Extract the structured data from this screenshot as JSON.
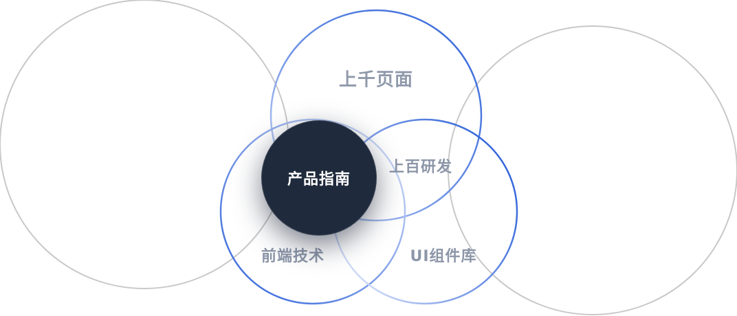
{
  "diagram": {
    "hub": {
      "label": "产品指南"
    },
    "rings": [
      {
        "id": "left-gray",
        "style": "gray"
      },
      {
        "id": "right-gray",
        "style": "gray"
      },
      {
        "id": "top-blue",
        "style": "blue-gradient",
        "label": "上千页面"
      },
      {
        "id": "bottom-left-blue",
        "style": "blue-gradient",
        "label": "前端技术"
      },
      {
        "id": "bottom-right-blue",
        "style": "blue-gradient",
        "label": "UI组件库"
      }
    ],
    "extra_labels": {
      "mid": "上百研发"
    },
    "colors": {
      "gray_ring": "#c8c8ca",
      "blue_ring": "#2f63d9",
      "blue_ring_light": "#c9d7f5",
      "hub_fill": "#1f2a3d",
      "label_text": "#8c96a8",
      "hub_text": "#ffffff"
    }
  }
}
